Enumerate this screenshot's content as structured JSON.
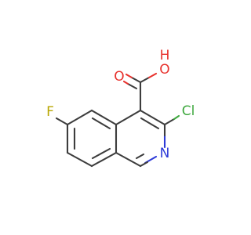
{
  "molecule": {
    "atoms": [
      {
        "symbol": "O",
        "color": "#e8322d"
      },
      {
        "symbol": "H",
        "color": "#e8322d"
      },
      {
        "symbol": "O",
        "color": "#e8322d"
      },
      {
        "symbol": "Cl",
        "color": "#3ea83e"
      },
      {
        "symbol": "F",
        "color": "#b8a600"
      },
      {
        "symbol": "N",
        "color": "#2d3ad8"
      }
    ]
  }
}
